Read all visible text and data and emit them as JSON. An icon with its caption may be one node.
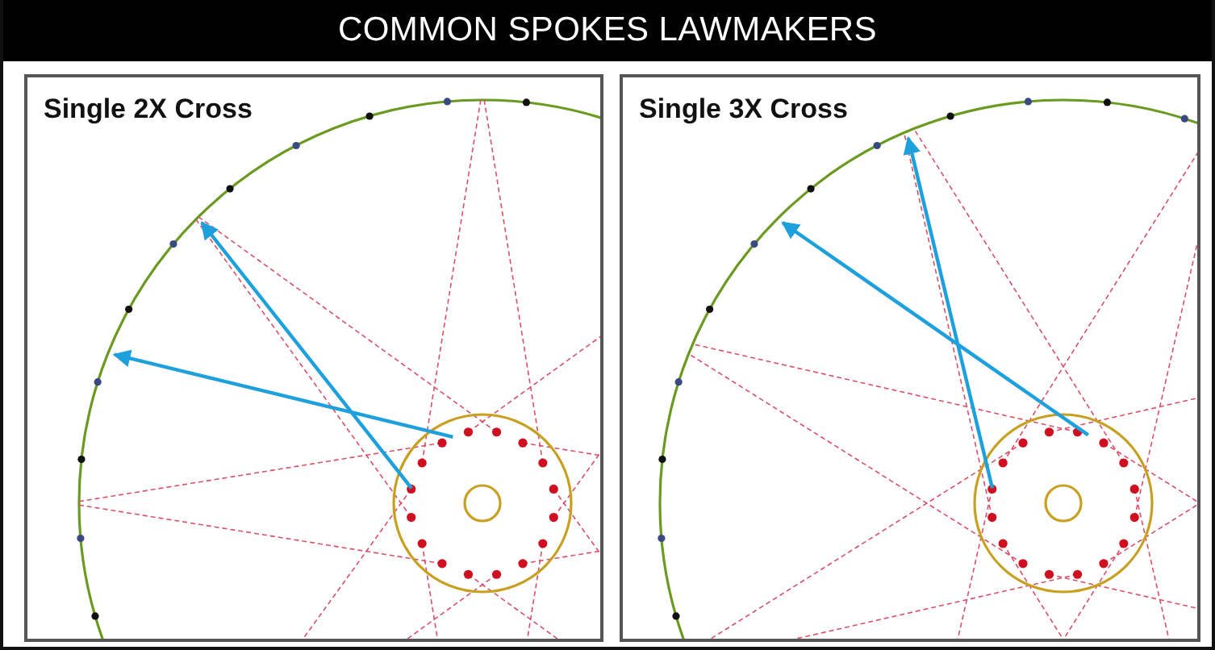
{
  "diagram": {
    "title": "COMMON SPOKES LAWMAKERS",
    "nodes": [
      {
        "text": [
          "Single 2X Cross"
        ]
      },
      {
        "text": [
          "Single 3X Cross"
        ]
      }
    ]
  }
}
